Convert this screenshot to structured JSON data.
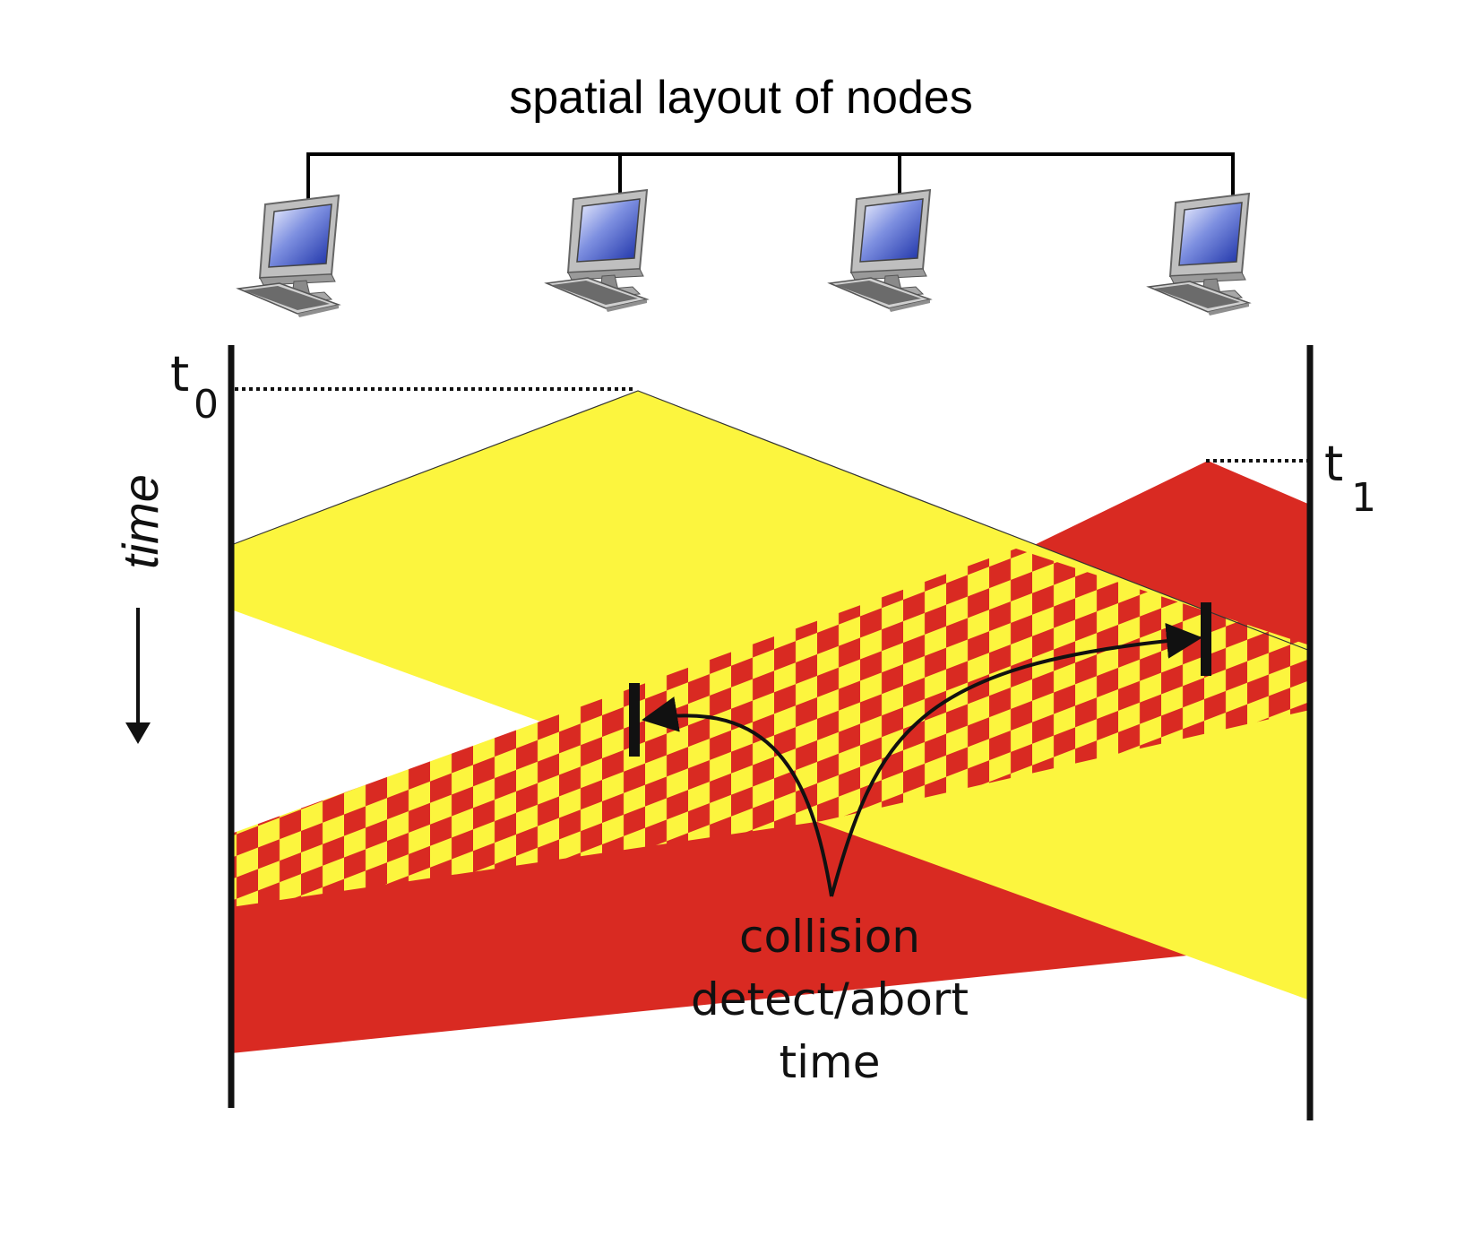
{
  "title": "spatial layout of nodes",
  "time_axis_label": "time",
  "t0": {
    "base": "t",
    "sub": "0"
  },
  "t1": {
    "base": "t",
    "sub": "1"
  },
  "collision_label": [
    "collision",
    "detect/abort",
    "time"
  ],
  "nodes": [
    {
      "name": "node-1-computer-icon"
    },
    {
      "name": "node-2-computer-icon"
    },
    {
      "name": "node-3-computer-icon"
    },
    {
      "name": "node-4-computer-icon"
    }
  ],
  "colors": {
    "transmission_t0": "#fcf53e",
    "transmission_t1": "#d92a22",
    "line": "#111111",
    "screen_light": "#f2f4ff",
    "screen_dark": "#1a2fa6",
    "case": "#b6b6b6"
  }
}
